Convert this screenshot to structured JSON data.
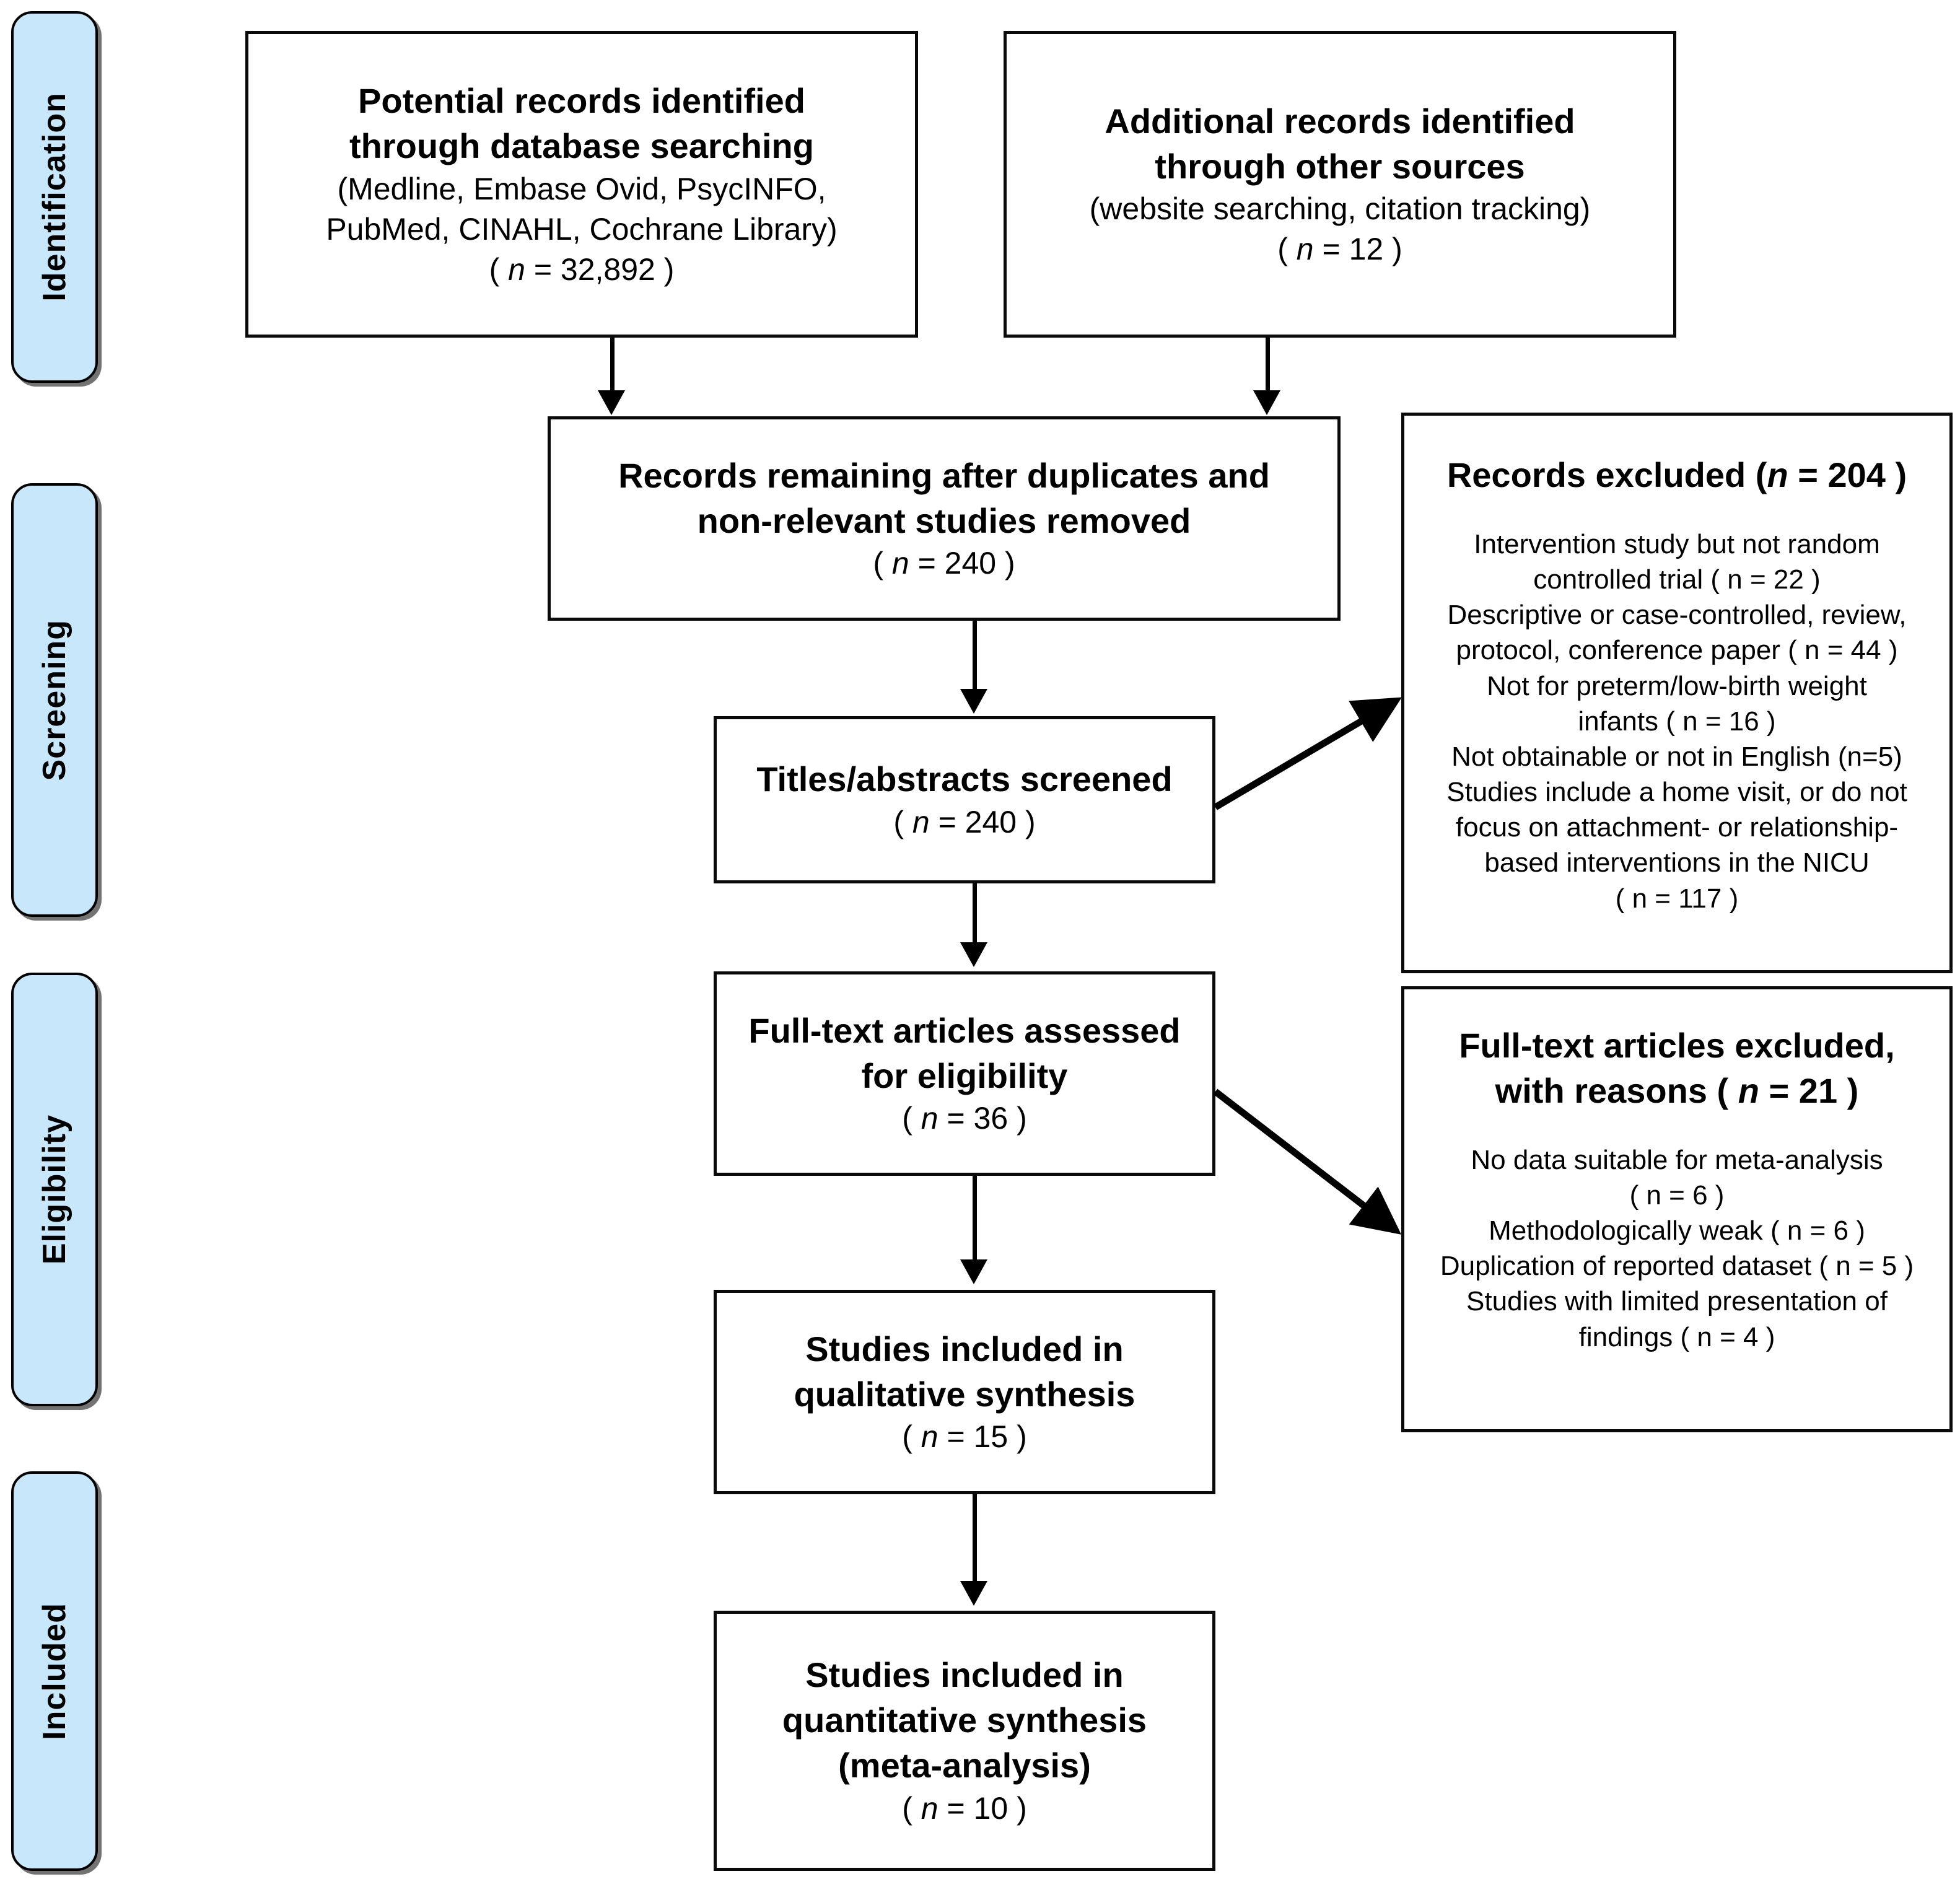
{
  "diagram": {
    "title": "PRISMA flow diagram",
    "stages": [
      {
        "key": "identification",
        "label": "Identification"
      },
      {
        "key": "screening",
        "label": "Screening"
      },
      {
        "key": "eligibility",
        "label": "Eligibility"
      },
      {
        "key": "included",
        "label": "Included"
      }
    ],
    "boxes": {
      "database_search": {
        "heading_line1": "Potential records identified",
        "heading_line2": "through database searching",
        "detail_line1": "(Medline, Embase Ovid, PsycINFO,",
        "detail_line2": "PubMed, CINAHL, Cochrane Library)",
        "count_prefix": "( ",
        "count_n": "n",
        "count_value": " = 32,892 )"
      },
      "other_sources": {
        "heading_line1": "Additional records identified",
        "heading_line2": "through other sources",
        "detail_line1": "(website searching, citation tracking)",
        "count_prefix": "( ",
        "count_n": "n",
        "count_value": " = 12 )"
      },
      "after_duplicates": {
        "heading_line1": "Records remaining after duplicates and",
        "heading_line2": "non-relevant studies removed",
        "count_prefix": "( ",
        "count_n": "n",
        "count_value": " = 240 )"
      },
      "titles_screened": {
        "heading_line1": "Titles/abstracts screened",
        "count_prefix": "( ",
        "count_n": "n",
        "count_value": " = 240 )"
      },
      "records_excluded": {
        "heading_prefix": "Records excluded (",
        "heading_n": "n",
        "heading_suffix": " = 204 )",
        "reasons": [
          "Intervention study but not random",
          "controlled trial ( n = 22 )",
          "Descriptive or case-controlled, review,",
          "protocol, conference paper ( n = 44 )",
          "Not for preterm/low-birth weight",
          "infants ( n = 16  )",
          "Not obtainable or not in English (n=5)",
          "Studies include a home visit, or do not",
          "focus on attachment- or relationship-",
          "based interventions in the NICU",
          "( n = 117 )"
        ]
      },
      "fulltext_assessed": {
        "heading_line1": "Full-text articles assessed",
        "heading_line2": "for eligibility",
        "count_prefix": "( ",
        "count_n": "n",
        "count_value": " = 36 )"
      },
      "fulltext_excluded": {
        "heading_line1": "Full-text articles excluded,",
        "heading_line2_prefix": "with reasons ( ",
        "heading_line2_n": "n",
        "heading_line2_suffix": " = 21 )",
        "reasons": [
          "No data suitable for meta-analysis",
          "( n = 6 )",
          "Methodologically weak ( n = 6 )",
          "Duplication of reported dataset ( n = 5 )",
          "Studies with limited presentation of",
          "findings ( n = 4 )"
        ]
      },
      "qualitative_synthesis": {
        "heading_line1": "Studies included in",
        "heading_line2": "qualitative synthesis",
        "count_prefix": "( ",
        "count_n": "n",
        "count_value": " = 15 )"
      },
      "quantitative_synthesis": {
        "heading_line1": "Studies included in",
        "heading_line2": "quantitative synthesis",
        "heading_line3": "(meta-analysis)",
        "count_prefix": "( ",
        "count_n": "n",
        "count_value": " = 10 )"
      }
    },
    "colors": {
      "stage_fill": "#c9e7fb",
      "stroke": "#000000",
      "box_fill": "#ffffff"
    }
  }
}
